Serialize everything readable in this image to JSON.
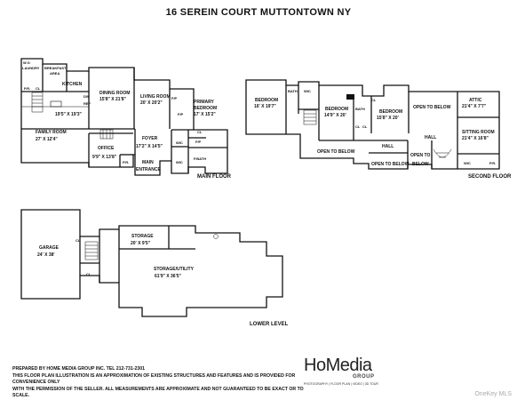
{
  "title": "16 SEREIN COURT MUTTONTOWN NY",
  "main_floor": {
    "label": "MAIN FLOOR",
    "rooms": {
      "wd": "W D",
      "laundry": "LAUNDRY",
      "breakfast": "BREAKFAST",
      "area": "AREA",
      "kitchen": "KITCHEN",
      "kitchen_dim": "19'5\" X 19'3\"",
      "dining": "DINING ROOM",
      "dining_dim": "15'8\" X 21'8\"",
      "living": "LIVING ROOM",
      "living_dim": "20' X 20'2\"",
      "family": "FAMILY ROOM",
      "family_dim": "27' X 12'4\"",
      "office": "OFFICE",
      "office_dim": "9'9\" X 13'8\"",
      "foyer": "FOYER",
      "foyer_dim": "17'2\" X 14'5\"",
      "primary": "PRIMARY",
      "bedroom": "BEDROOM",
      "primary_dim": "17' X 15'2\"",
      "wic": "WIC",
      "pbath": "P.BATH",
      "pr": "P.R.",
      "pr2": "P.R.",
      "main": "MAIN",
      "entrance": "ENTRANCE",
      "fp": "F/P",
      "fp2": "F/P",
      "fp3": "F/P",
      "cl": "CL",
      "cl2": "CL",
      "dw": "DW",
      "ref": "REF"
    }
  },
  "second_floor": {
    "label": "SECOND FLOOR",
    "rooms": {
      "bedroom1": "BEDROOM",
      "bedroom1_dim": "16' X 19'7\"",
      "bath1": "BATH",
      "wic1": "WIC",
      "bedroom2": "BEDROOM",
      "bedroom2_dim": "14'9\" X 20'",
      "bath2": "BATH",
      "cl1": "CL",
      "cl2": "CL",
      "cl3": "CL",
      "bedroom3": "BEDROOM",
      "bedroom3_dim": "15'8\" X 20'",
      "open_below1": "OPEN TO BELOW",
      "attic": "ATTIC",
      "attic_dim": "21'4\" X 7'7\"",
      "sitting": "SITTING ROOM",
      "sitting_dim": "21'4\" X 16'8\"",
      "hall1": "HALL",
      "hall2": "HALL",
      "open_below2": "OPEN TO BELOW",
      "open_below3": "OPEN TO BELOW",
      "open_below4a": "OPEN TO",
      "open_below4b": "BELOW",
      "wic2": "WIC",
      "pr": "P.R."
    }
  },
  "lower_level": {
    "label": "LOWER LEVEL",
    "rooms": {
      "garage": "GARAGE",
      "garage_dim": "24' X 38'",
      "storage": "STORAGE",
      "storage_dim": "20' X 9'5\"",
      "storage_util": "STORAGE/UTILITY",
      "storage_util_dim": "61'9\" X 36'5\"",
      "cl1": "CL",
      "cl2": "CL"
    }
  },
  "footer": {
    "line1": "PREPARED  BY  HOME MEDIA GROUP INC.  TEL 212-731-2301",
    "line2": "THIS FLOOR PLAN ILLUSTRATION IS AN APPROXIMATION OF EXISTING STRUCTURES AND FEATURES AND IS PROVIDED FOR CONVENIENCE ONLY",
    "line3": "WITH THE PERMISSION OF THE SELLER.  ALL MEASUREMENTS ARE APPROXIMATE AND NOT GUARANTEED TO BE EXACT OR TO SCALE."
  },
  "logo": {
    "main": "HoMedia",
    "sub": "GROUP",
    "tag": "PHOTOGRAPHY | FLOOR PLAN | VIDEO | 3D TOUR"
  },
  "credit": "OneKey MLS"
}
